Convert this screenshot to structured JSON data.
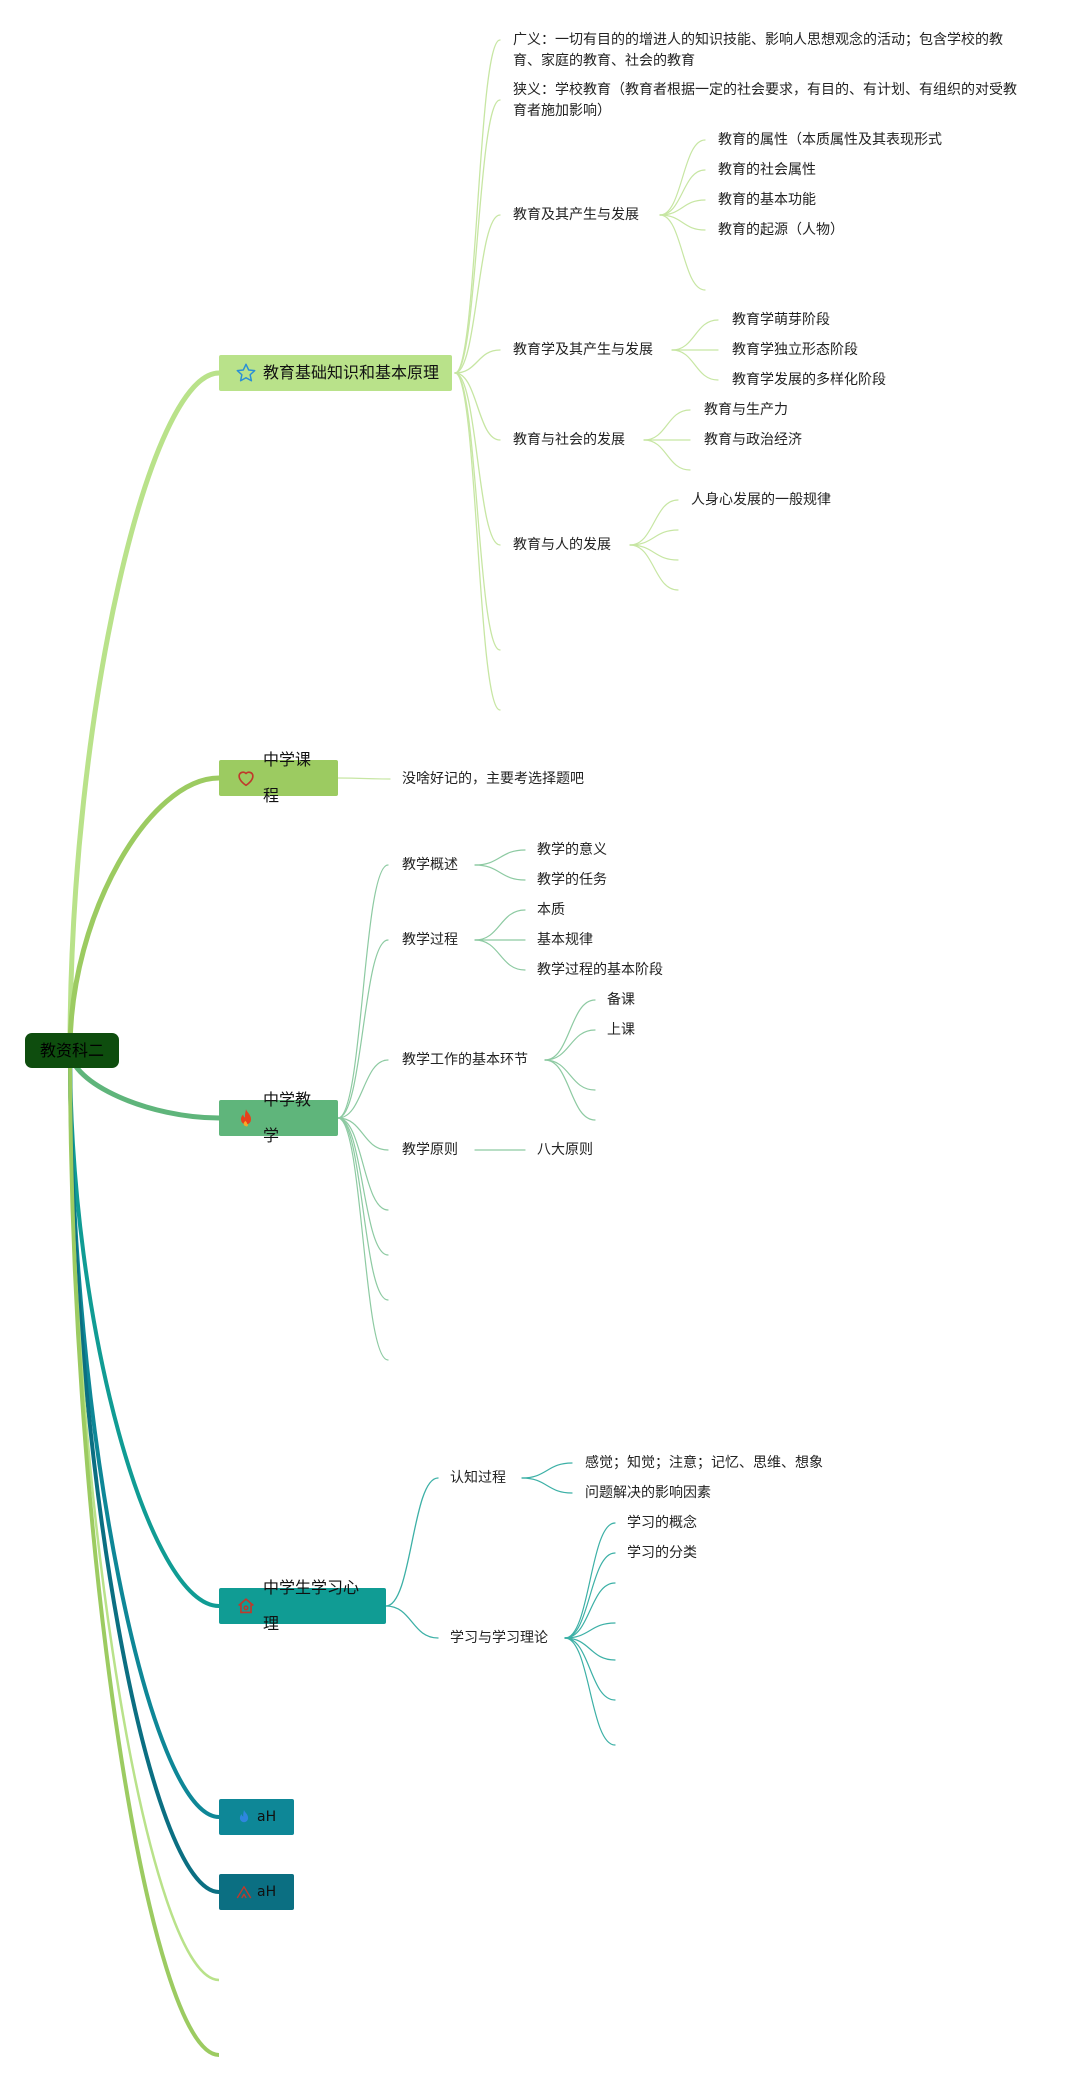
{
  "root": {
    "label": "教资科二"
  },
  "colors": {
    "branch1": "#b9e28a",
    "branch2": "#9ccb61",
    "branch3": "#5fb57b",
    "branch4": "#109c94",
    "branch5": "#0e8797",
    "branch6": "#0b6f82",
    "root": "#0e4d0e"
  },
  "branches": [
    {
      "label": "教育基础知识和基本原理",
      "icon": "star-icon",
      "children": {
        "broad": "广义：一切有目的的增进人的知识技能、影响人思想观念的活动；包含学校的教育、家庭的教育、社会的教育",
        "narrow": "狭义：学校教育（教育者根据一定的社会要求，有目的、有计划、有组织的对受教育者施加影响）",
        "origin": {
          "label": "教育及其产生与发展",
          "items": [
            "教育的属性（本质属性及其表现形式",
            "教育的社会属性",
            "教育的基本功能",
            "教育的起源（人物）"
          ]
        },
        "pedagogy": {
          "label": "教育学及其产生与发展",
          "items": [
            "教育学萌芽阶段",
            "教育学独立形态阶段",
            "教育学发展的多样化阶段"
          ]
        },
        "society": {
          "label": "教育与社会的发展",
          "items": [
            "教育与生产力",
            "教育与政治经济"
          ]
        },
        "human": {
          "label": "教育与人的发展",
          "items": [
            "人身心发展的一般规律"
          ]
        }
      }
    },
    {
      "label": "中学课程",
      "icon": "heart-icon",
      "children": {
        "note": "没啥好记的，主要考选择题吧"
      }
    },
    {
      "label": "中学教学",
      "icon": "fire-icon",
      "children": {
        "overview": {
          "label": "教学概述",
          "items": [
            "教学的意义",
            "教学的任务"
          ]
        },
        "process": {
          "label": "教学过程",
          "items": [
            "本质",
            "基本规律",
            "教学过程的基本阶段"
          ]
        },
        "steps": {
          "label": "教学工作的基本环节",
          "items": [
            "备课",
            "上课"
          ]
        },
        "principles": {
          "label": "教学原则",
          "items": [
            "八大原则"
          ]
        }
      }
    },
    {
      "label": "中学生学习心理",
      "icon": "house-icon",
      "children": {
        "cognition": {
          "label": "认知过程",
          "items": [
            "感觉；知觉；注意；记忆、思维、想象",
            "问题解决的影响因素"
          ]
        },
        "learning": {
          "label": "学习与学习理论",
          "items": [
            "学习的概念",
            "学习的分类"
          ]
        }
      }
    },
    {
      "label": "aH",
      "icon": "drop-icon"
    },
    {
      "label": "aH",
      "icon": "tent-icon"
    }
  ]
}
